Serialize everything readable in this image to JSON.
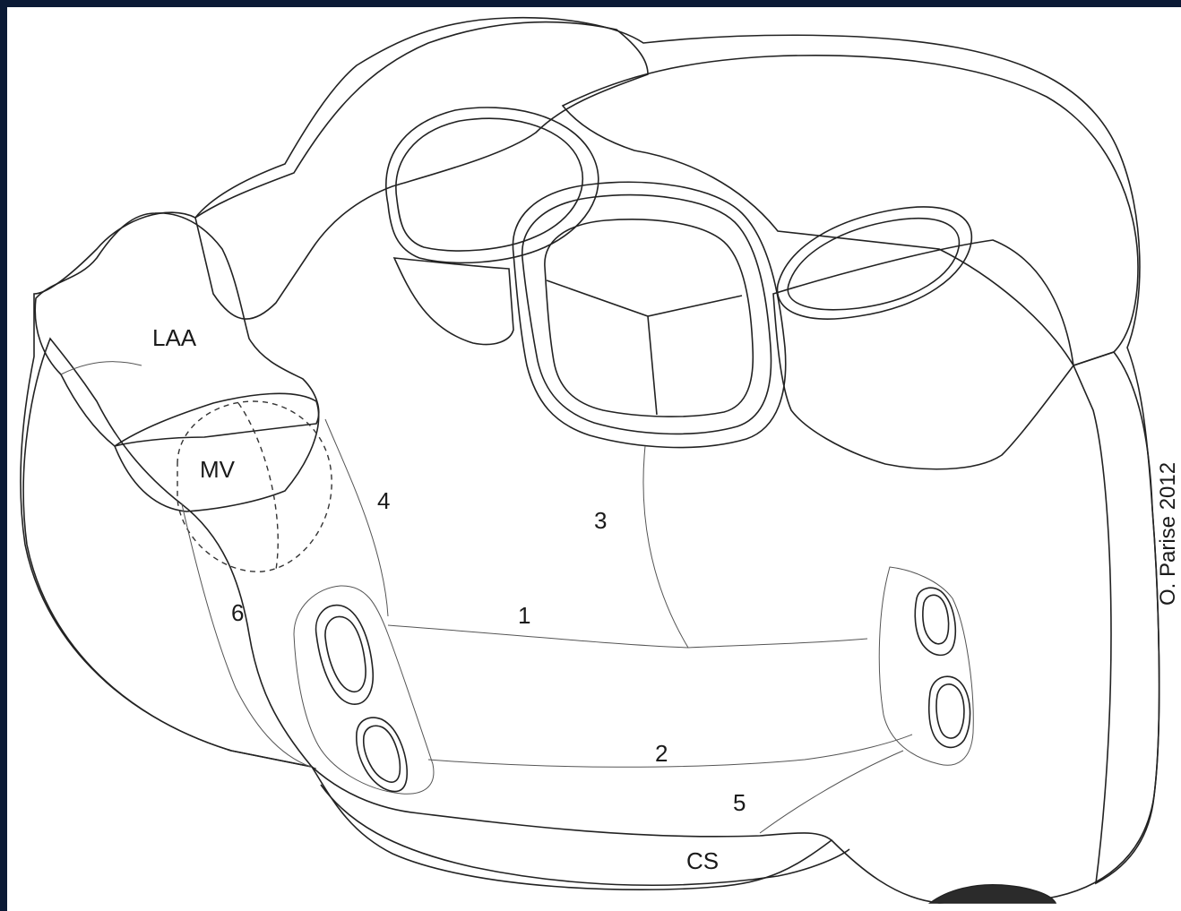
{
  "labels": {
    "laa": "LAA",
    "mv": "MV",
    "n1": "1",
    "n2": "2",
    "n3": "3",
    "n4": "4",
    "n5": "5",
    "n6": "6",
    "cs": "CS"
  },
  "copyright": "O. Parise 2012",
  "colors": {
    "frame": "#0b1a36",
    "background": "#ffffff",
    "dark_shade": "#1c1c1c",
    "outline": "#222222"
  }
}
